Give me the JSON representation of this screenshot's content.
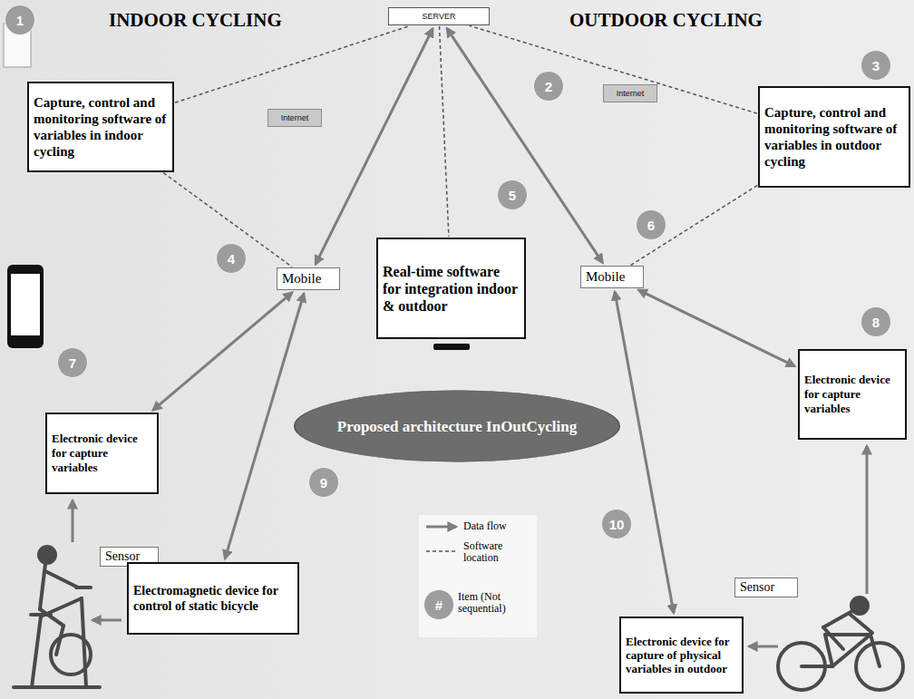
{
  "diagram": {
    "nodes": [
      {
        "text": [
          "SERVER"
        ]
      },
      {
        "text": [
          "Capture, control and monitoring software of variables in indoor cycling"
        ]
      },
      {
        "text": [
          "Capture, control and monitoring software of variables in outdoor cycling"
        ]
      },
      {
        "text": [
          "Internet"
        ]
      },
      {
        "text": [
          "Internet"
        ]
      },
      {
        "text": [
          "Mobile"
        ]
      },
      {
        "text": [
          "Real-time software for integration indoor & outdoor"
        ]
      },
      {
        "text": [
          "Mobile"
        ]
      },
      {
        "text": [
          "Electronic device for capture variables"
        ]
      },
      {
        "text": [
          "Electronic device for capture variables"
        ]
      },
      {
        "text": [
          "Proposed architecture InOutCycling"
        ]
      },
      {
        "text": [
          "Sensor"
        ]
      },
      {
        "text": [
          "Electromagnetic device for control of static bicycle"
        ]
      },
      {
        "text": [
          "Electronic device for capture of physical variables in outdoor"
        ]
      },
      {
        "text": [
          "Sensor"
        ]
      }
    ],
    "edges": [
      {
        "from": 5,
        "to": 0,
        "arrow": "both"
      },
      {
        "from": 7,
        "to": 0,
        "arrow": "both"
      },
      {
        "from": 8,
        "to": 5,
        "arrow": "both"
      },
      {
        "from": 12,
        "to": 5,
        "arrow": "both"
      },
      {
        "from": 9,
        "to": 7,
        "arrow": "both"
      },
      {
        "from": 13,
        "to": 7,
        "arrow": "both"
      },
      {
        "from": 1,
        "to": 0,
        "arrow": "none"
      },
      {
        "from": 1,
        "to": 5,
        "arrow": "none"
      },
      {
        "from": 2,
        "to": 0,
        "arrow": "none"
      },
      {
        "from": 2,
        "to": 7,
        "arrow": "none"
      },
      {
        "from": 0,
        "to": 6,
        "arrow": "none"
      }
    ],
    "labels": [
      "INDOOR CYCLING",
      "OUTDOOR CYCLING",
      "1",
      "2",
      "3",
      "4",
      "5",
      "6",
      "7",
      "8",
      "9",
      "10",
      "#"
    ],
    "legend": [
      {
        "text": "Data flow"
      },
      {
        "text": "Software location"
      },
      {
        "text": "Item (Not sequential)"
      }
    ]
  }
}
